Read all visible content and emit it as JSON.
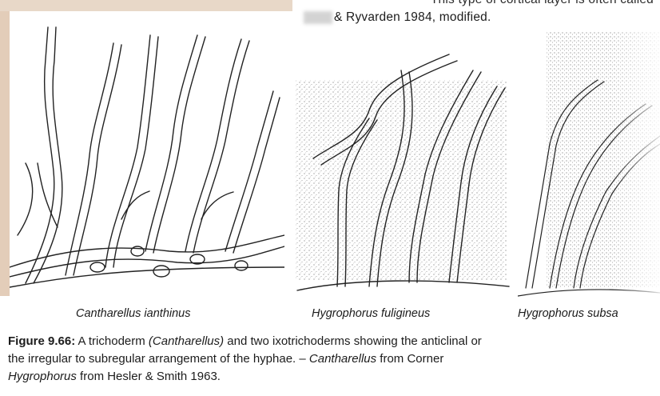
{
  "header_fragment": {
    "line1": "This type of cortical layer is often called",
    "line2": "& Ryvarden 1984, modified."
  },
  "panels": [
    {
      "name": "cantharellus-ianthinus",
      "caption": "Cantharellus ianthinus"
    },
    {
      "name": "hygrophorus-fuligineus",
      "caption": "Hygrophorus fuligineus"
    },
    {
      "name": "hygrophorus-subsalmonius",
      "caption": "Hygrophorus subsa"
    }
  ],
  "figure_caption": {
    "label": "Figure 9.66:",
    "line1_a": " A trichoderm ",
    "line1_italic": "(Cantharellus)",
    "line1_b": " and two ixotrichoderms showing the anticlinal or",
    "line2_a": "the irregular to subregular arrangement of the hyphae. – ",
    "line2_italic": "Cantharellus",
    "line2_b": " from Corner",
    "line3_italic": "Hygrophorus",
    "line3_b": " from Hesler & Smith 1963."
  }
}
